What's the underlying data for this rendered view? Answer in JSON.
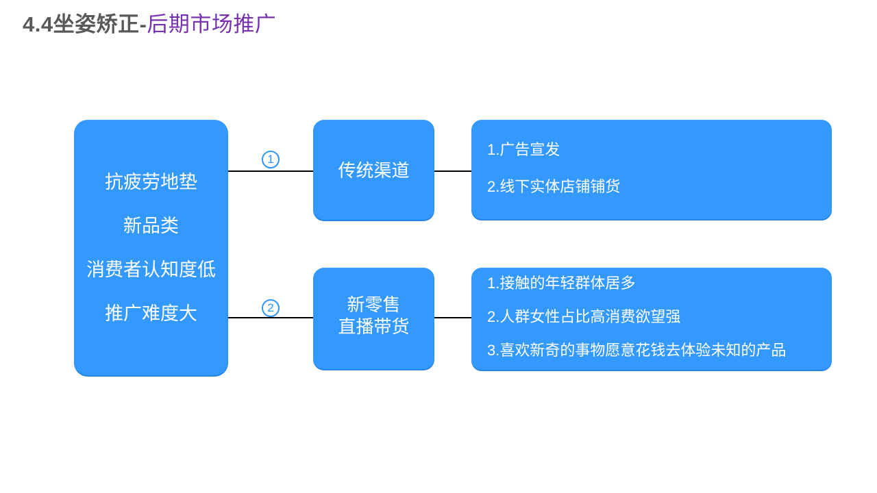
{
  "title": {
    "main": "4.4坐姿矫正-",
    "accent": "后期市场推广"
  },
  "diagram": {
    "root": {
      "lines": [
        "抗疲劳地垫",
        "新品类",
        "消费者认知度低",
        "推广难度大"
      ]
    },
    "branches": [
      {
        "marker": "1",
        "node": [
          "传统渠道"
        ],
        "details": [
          "1.广告宣发",
          "2.线下实体店铺铺货"
        ]
      },
      {
        "marker": "2",
        "node": [
          "新零售",
          "直播带货"
        ],
        "details": [
          "1.接触的年轻群体居多",
          "2.人群女性占比高消费欲望强",
          "3.喜欢新奇的事物愿意花钱去体验未知的产品"
        ]
      }
    ],
    "colors": {
      "box_fill": "#3399FF",
      "box_text": "#FFFFFF",
      "connector": "#000000",
      "marker_blue": "#2E96F7",
      "title_gray": "#595959",
      "title_purple": "#7633AD",
      "background": "#FFFFFF"
    }
  }
}
